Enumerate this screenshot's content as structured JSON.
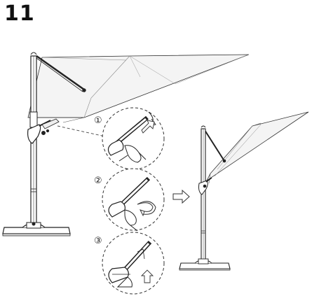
{
  "step": {
    "number": "11"
  },
  "sub_steps": [
    {
      "marker": "①"
    },
    {
      "marker": "②"
    },
    {
      "marker": "③"
    }
  ],
  "icons": [
    "umbrella-open-icon",
    "crank-handle-icon",
    "arrow-right-icon",
    "umbrella-tilted-icon"
  ],
  "colors": {
    "line": "#222222",
    "canopy": "#f2f2f2",
    "fill_light": "#ffffff"
  }
}
